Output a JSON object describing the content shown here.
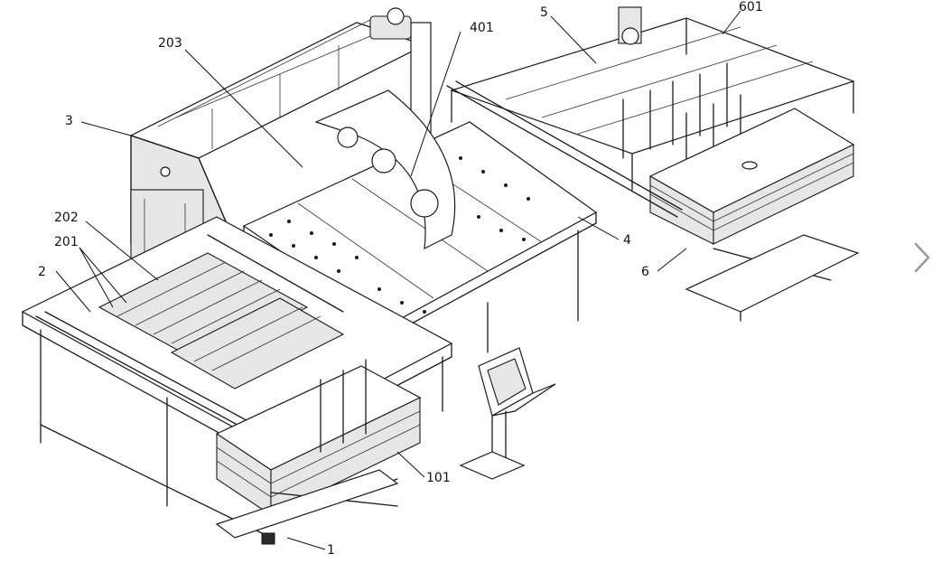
{
  "labels": {
    "l1": "1",
    "l101": "101",
    "l2": "2",
    "l201": "201",
    "l202": "202",
    "l203": "203",
    "l3": "3",
    "l4": "4",
    "l401": "401",
    "l5": "5",
    "l6": "6",
    "l601": "601"
  },
  "icons": {
    "next": "chevron-right-icon"
  },
  "colors": {
    "line": "#1a1a1a",
    "background": "#ffffff",
    "arrow": "#999999"
  }
}
